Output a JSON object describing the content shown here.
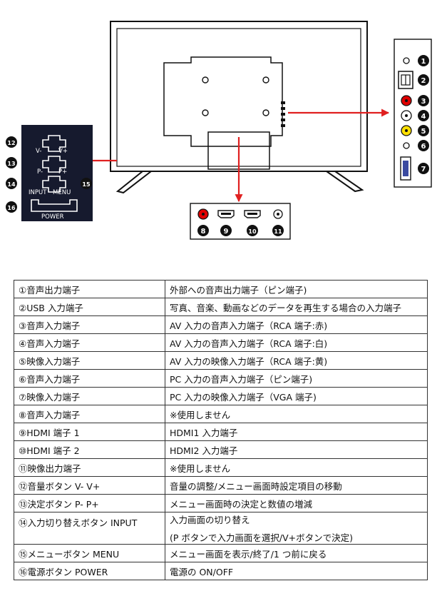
{
  "diagram": {
    "numbers": [
      "1",
      "2",
      "3",
      "4",
      "5",
      "6",
      "7",
      "8",
      "9",
      "10",
      "11",
      "12",
      "13",
      "14",
      "15",
      "16"
    ],
    "button_labels": {
      "v_minus": "V-",
      "v_plus": "V+",
      "p_minus": "P-",
      "p_plus": "P+",
      "input": "INPUT",
      "menu": "MENU",
      "power": "POWER"
    },
    "colors": {
      "arrow": "#e02020",
      "rca_red": "#e00000",
      "rca_yellow": "#ffe000",
      "rca_white": "#ffffff",
      "panel_bg": "#161a2e"
    }
  },
  "table": {
    "rows": [
      {
        "name": "①音声出力端子",
        "desc": "外部への音声出力端子（ピン端子)"
      },
      {
        "name": "②USB 入力端子",
        "desc": "写真、音楽、動画などのデータを再生する場合の入力端子"
      },
      {
        "name": "③音声入力端子",
        "desc": "AV 入力の音声入力端子（RCA 端子:赤)"
      },
      {
        "name": "④音声入力端子",
        "desc": "AV 入力の音声入力端子（RCA 端子:白)"
      },
      {
        "name": "⑤映像入力端子",
        "desc": "AV 入力の映像入力端子（RCA 端子:黄)"
      },
      {
        "name": "⑥音声入力端子",
        "desc": "PC 入力の音声入力端子（ピン端子)"
      },
      {
        "name": "⑦映像入力端子",
        "desc": "PC 入力の映像入力端子（VGA 端子)"
      },
      {
        "name": "⑧音声入力端子",
        "desc": "※使用しません"
      },
      {
        "name": "⑨HDMI 端子 1",
        "desc": "HDMI1 入力端子"
      },
      {
        "name": "⑩HDMI 端子 2",
        "desc": "HDMI2 入力端子"
      },
      {
        "name": "⑪映像出力端子",
        "desc": "※使用しません"
      },
      {
        "name": "⑫音量ボタン V- V+",
        "desc": "音量の調整/メニュー画面時設定項目の移動"
      },
      {
        "name": "⑬決定ボタン P- P+",
        "desc": "メニュー画面時の決定と数値の増減"
      },
      {
        "name": "⑭入力切り替えボタン INPUT",
        "desc": "入力画面の切り替え",
        "desc2": "(P ボタンで入力画面を選択/V+ボタンで決定)"
      },
      {
        "name": "⑮メニューボタン MENU",
        "desc": "メニュー画面を表示/終了/1 つ前に戻る"
      },
      {
        "name": "⑯電源ボタン POWER",
        "desc": "電源の ON/OFF"
      }
    ]
  }
}
